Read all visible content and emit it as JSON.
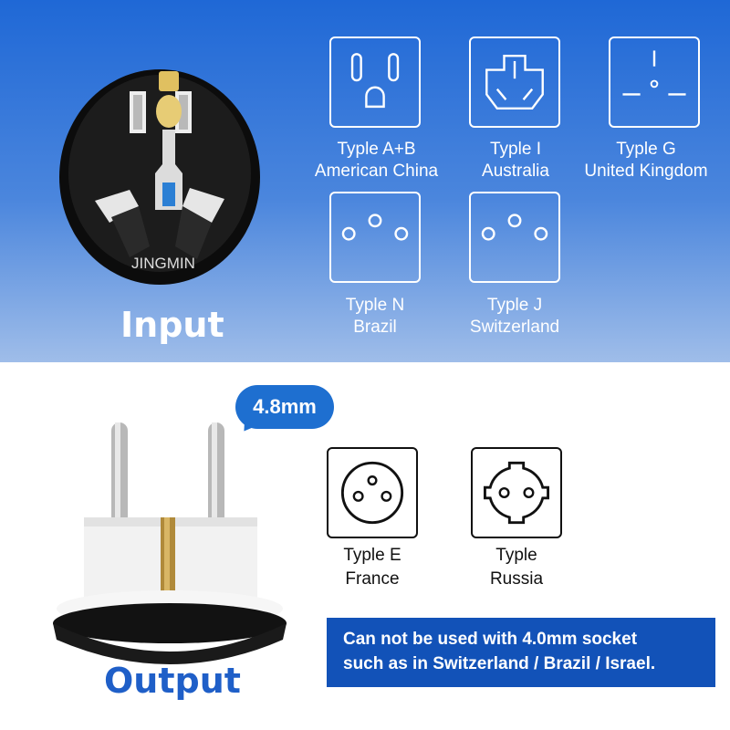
{
  "input": {
    "label": "Input",
    "brand": "JINGMIN",
    "sockets": [
      {
        "line1": "Typle A+B",
        "line2": "American China",
        "icon": "type-a-b-socket-icon"
      },
      {
        "line1": "Typle I",
        "line2": "Australia",
        "icon": "type-i-socket-icon"
      },
      {
        "line1": "Typle G",
        "line2": "United Kingdom",
        "icon": "type-g-socket-icon"
      },
      {
        "line1": "Typle N",
        "line2": "Brazil",
        "icon": "type-n-socket-icon"
      },
      {
        "line1": "Typle J",
        "line2": "Switzerland",
        "icon": "type-j-socket-icon"
      }
    ]
  },
  "output": {
    "label": "Output",
    "pin_size": "4.8mm",
    "sockets": [
      {
        "line1": "Typle E",
        "line2": "France",
        "icon": "type-e-socket-icon"
      },
      {
        "line1": "Typle",
        "line2": "Russia",
        "icon": "type-f-socket-icon"
      }
    ],
    "notice_line1": "Can not be used with 4.0mm socket",
    "notice_line2": "such as in Switzerland / Brazil / Israel."
  },
  "colors": {
    "top_gradient_start": "#1f68d6",
    "top_gradient_end": "#9fbde9",
    "output_label": "#1f5fc8",
    "notice_bg": "#1252b8",
    "bubble_bg": "#1e6fd0"
  }
}
